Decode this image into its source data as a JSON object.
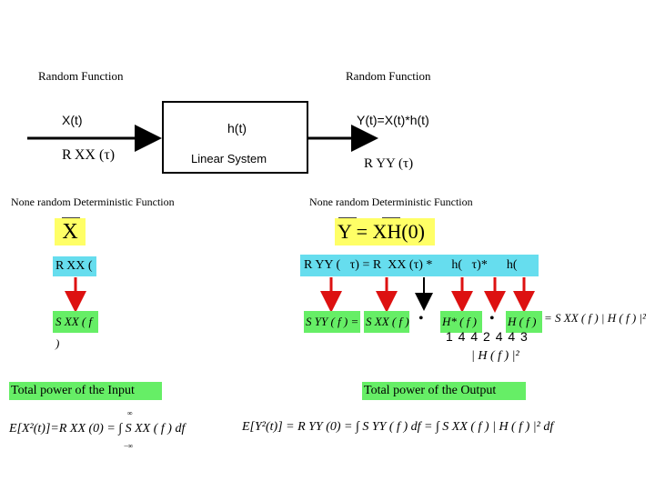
{
  "left": {
    "random_function_label": "Random  Function",
    "input_signal": "X(t)",
    "input_autocorr": "R XX (τ)",
    "deterministic_label": "None random Deterministic Function",
    "mean_box": "X",
    "autocorr_box": "R XX (",
    "psd_box": "S XX ( f )",
    "power_label": "Total power of  the Input",
    "power_formula": "E[X²(t)]=R XX (0) = ∫ S XX ( f ) df",
    "limits_top": "∞",
    "limits_bottom": "−∞"
  },
  "system": {
    "impulse": "h(t)",
    "name": "Linear System"
  },
  "right": {
    "random_function_label": "Random  Function",
    "output_signal": "Y(t)=X(t)*h(t)",
    "output_autocorr": "R YY (τ)",
    "deterministic_label": "None random Deterministic Function",
    "mean_box": "Y = XH(0)",
    "autocorr_row": "R YY (   τ) = R  XX (τ) *      h(   τ)*      h(",
    "psd_box_1": "S YY ( f ) =",
    "psd_box_2": "S XX ( f )",
    "dot": "•",
    "psd_box_3": "H* ( f )",
    "psd_box_4": "H ( f )",
    "psd_result": "= S XX ( f ) | H ( f ) |²",
    "underbrace_digits": "1 4 4 2 4 4 3",
    "underbrace_label": "| H ( f ) |²",
    "power_label": "Total power of  the Output",
    "power_formula": "E[Y²(t)] = R YY (0) = ∫ S YY ( f ) df   = ∫ S XX ( f )  | H ( f ) |² df"
  },
  "colors": {
    "yellow_highlight": "#ffff66",
    "cyan_highlight": "#66ddee",
    "green_highlight": "#66ee66",
    "arrow_red": "#dd1111",
    "arrow_black": "#000000"
  }
}
